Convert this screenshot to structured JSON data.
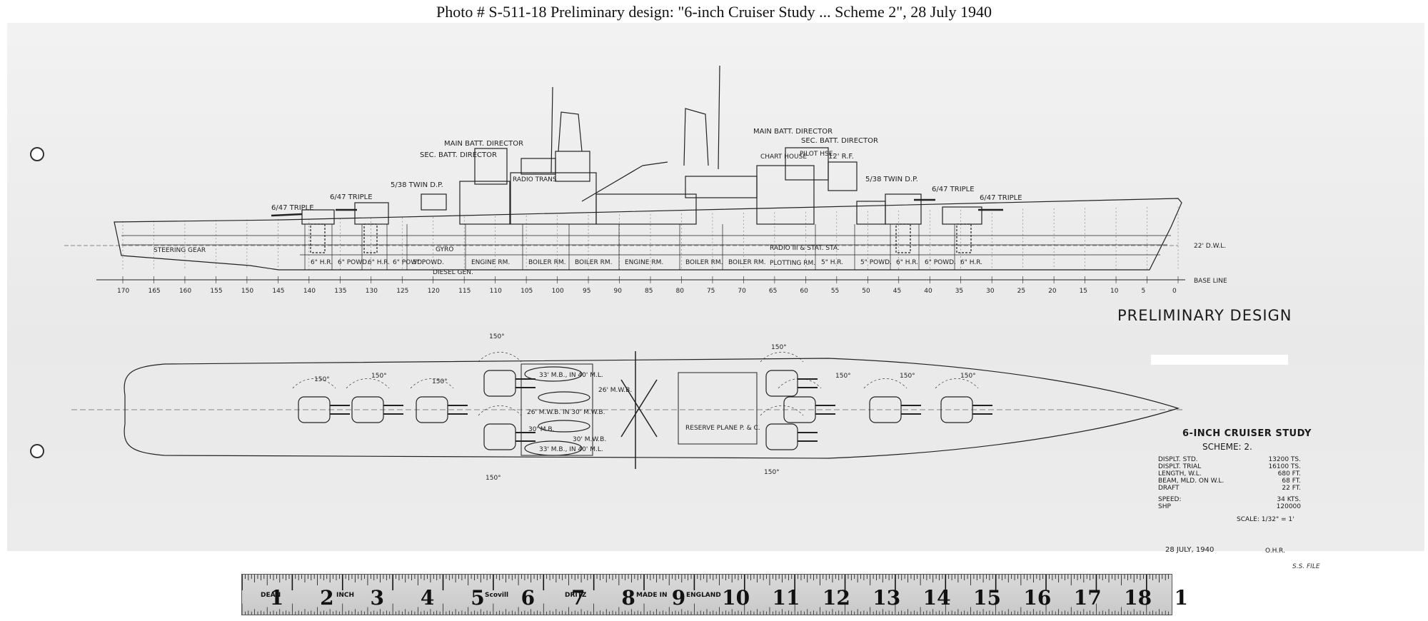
{
  "caption": "Photo #  S-511-18     Preliminary design:  \"6-inch Cruiser Study ... Scheme 2\", 28 July 1940",
  "drawing": {
    "profile_labels": {
      "main_batt_director_aft": "MAIN BATT. DIRECTOR",
      "sec_batt_director_aft": "SEC. BATT. DIRECTOR",
      "main_batt_director_fwd": "MAIN BATT. DIRECTOR",
      "sec_batt_director_fwd": "SEC. BATT. DIRECTOR",
      "twin_538_aft": "5/38 TWIN D.P.",
      "twin_538_fwd": "5/38 TWIN D.P.",
      "triple_647_1": "6/47 TRIPLE",
      "triple_647_2": "6/47 TRIPLE",
      "triple_647_3": "6/47 TRIPLE",
      "triple_647_4": "6/47 TRIPLE",
      "radio_trans": "RADIO TRANS",
      "chart_house": "CHART HOUSE",
      "pilot_hse": "PILOT HSE.",
      "rf_12": "12' R.F.",
      "dwl": "22' D.W.L.",
      "base_line": "BASE LINE",
      "steering_gear": "STEERING GEAR",
      "gyro": "GYRO",
      "diesel_gen": "DIESEL GEN.",
      "radio_stat": "RADIO III & STAT. STA.",
      "plotting_rm": "PLOTTING RM."
    },
    "compartments": [
      "6\" H.R.",
      "6\" POWD.",
      "6\" H.R.",
      "6\" POWD.",
      "5\" POWD.",
      "ENGINE RM.",
      "BOILER RM.",
      "BOILER RM.",
      "ENGINE RM.",
      "BOILER RM.",
      "BOILER RM.",
      "5\" H.R.",
      "5\" POWD.",
      "6\" H.R.",
      "6\" POWD.",
      "6\" H.R."
    ],
    "frame_stations": [
      "170",
      "165",
      "160",
      "155",
      "150",
      "145",
      "140",
      "135",
      "130",
      "125",
      "120",
      "115",
      "110",
      "105",
      "100",
      "95",
      "90",
      "85",
      "80",
      "75",
      "70",
      "65",
      "60",
      "55",
      "50",
      "45",
      "40",
      "35",
      "30",
      "25",
      "20",
      "15",
      "10",
      "5",
      "0"
    ],
    "plan_labels": {
      "arc": "150°",
      "mtr_boat_1": "33' M.B., IN 40' M.L.",
      "mtr_boat_2": "33' M.B., IN 40' M.L.",
      "whaleboat_1": "26' M.W.B.",
      "whaleboat_2": "26' M.W.B. IN 30' M.W.B.",
      "mb_30_1": "30' M.B.",
      "mb_30_2": "30' M.W.B.",
      "reserve_plane": "RESERVE PLANE P. & C."
    },
    "stamp": "PRELIMINARY DESIGN",
    "title_block": {
      "title": "6-INCH CRUISER STUDY",
      "scheme": "SCHEME: 2.",
      "specs": [
        {
          "label": "DISPLT. STD.",
          "value": "13200 TS."
        },
        {
          "label": "DISPLT. TRIAL",
          "value": "16100 TS."
        },
        {
          "label": "LENGTH, W.L.",
          "value": "680 FT."
        },
        {
          "label": "BEAM, MLD. ON W.L.",
          "value": "68 FT."
        },
        {
          "label": "DRAFT",
          "value": "22 FT."
        }
      ],
      "specs2": [
        {
          "label": "SPEED:",
          "value": "34 KTS."
        },
        {
          "label": "SHP",
          "value": "120000"
        }
      ],
      "scale": "SCALE: 1/32\" = 1'",
      "date": "28 JULY, 1940",
      "initials": "O.H.R.",
      "file_mark": "S.S. FILE"
    }
  },
  "ruler": {
    "numbers": [
      "1",
      "2",
      "3",
      "4",
      "5",
      "6",
      "7",
      "8",
      "9",
      "10",
      "11",
      "12",
      "13",
      "14",
      "15",
      "16",
      "17",
      "18",
      "1"
    ],
    "tag_dean": "DEAN",
    "tag_inch": "INCH",
    "tag_scovill": "Scovill",
    "tag_dritz": "DRITZ",
    "tag_made": "MADE IN",
    "tag_england": "ENGLAND"
  },
  "colors": {
    "paper": "#ececec",
    "ink": "#1a1a1a",
    "ruler": "#cfcfcf"
  }
}
